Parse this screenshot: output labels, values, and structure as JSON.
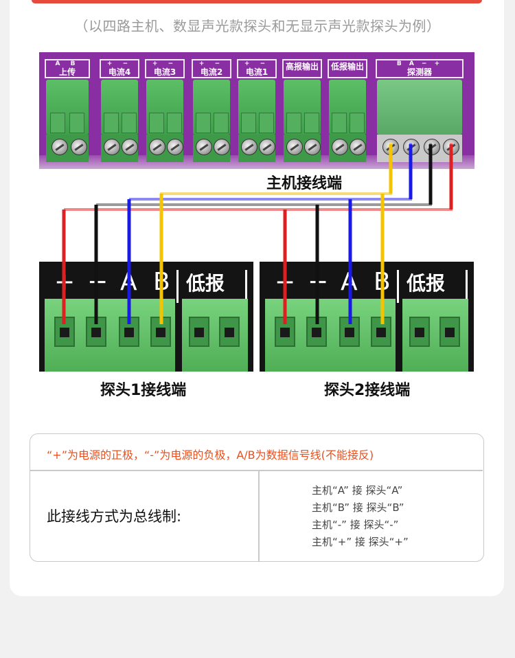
{
  "subtitle": "（以四路主机、数显声光款探头和无显示声光款探头为例）",
  "host": {
    "caption": "主机接线端",
    "blocks": [
      {
        "signs": "A  B",
        "name": "上传"
      },
      {
        "signs": "+  −",
        "name": "电流4"
      },
      {
        "signs": "+  −",
        "name": "电流3"
      },
      {
        "signs": "+  −",
        "name": "电流2"
      },
      {
        "signs": "+  −",
        "name": "电流1"
      },
      {
        "signs": "",
        "name": "高报输出"
      },
      {
        "signs": "",
        "name": "低报输出"
      },
      {
        "signs": "B  A  −  +",
        "name": "探测器"
      }
    ]
  },
  "probe1": {
    "caption": "探头1接线端",
    "labels": [
      "+",
      "−",
      "A",
      "B"
    ],
    "low_alarm": "低报"
  },
  "probe2": {
    "caption": "探头2接线端",
    "labels": [
      "+",
      "−",
      "A",
      "B"
    ],
    "low_alarm": "低报"
  },
  "wire_colors": {
    "plus": "#e02020",
    "minus": "#111111",
    "a": "#1a1ae6",
    "b": "#f5c400",
    "bus_plus": "#f08a8a",
    "bus_minus": "#9a9a9a",
    "bus_a": "#8a8af0",
    "bus_b": "#f5dc7a"
  },
  "info": {
    "note": "“+”为电源的正极，“-”为电源的负极，A/B为数据信号线(不能接反)",
    "left_text": "此接线方式为总线制:",
    "rules": [
      "主机“A” 接  探头“A”",
      "主机“B” 接  探头“B”",
      "主机“-” 接  探头“-”",
      "主机“+” 接  探头“+”"
    ]
  }
}
